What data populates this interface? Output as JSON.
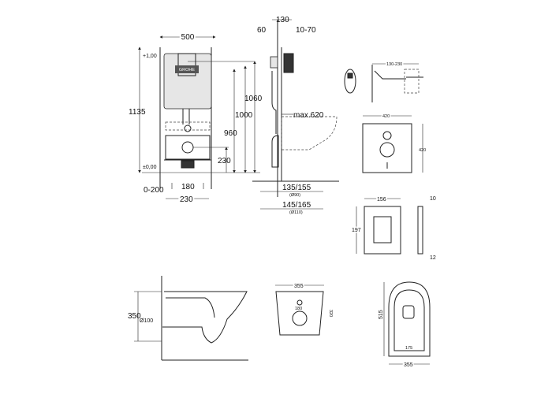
{
  "front_view": {
    "width": "500",
    "height_total": "1135",
    "level_top": "+1,00",
    "level_zero": "±0,00",
    "h1060": "1060",
    "h1000": "1000",
    "h960": "960",
    "h230": "230",
    "offset": "0-200",
    "w180": "180",
    "w230": "230",
    "logo": "GROHE"
  },
  "side_view": {
    "d130": "130",
    "d60": "60",
    "d10_70": "10-70",
    "max620": "max.620",
    "d135_155": "135/155",
    "dia90": "(Ø90)",
    "d145_165": "145/165",
    "dia110": "(Ø110)"
  },
  "bracket": {
    "range": "130-230"
  },
  "sound_pad": {
    "width": "420",
    "height": "420"
  },
  "flush_plate": {
    "width": "156",
    "height": "197",
    "depth_top": "10",
    "depth_bottom": "12"
  },
  "toilet_side": {
    "height": "350",
    "outlet": "Ø100"
  },
  "toilet_back": {
    "width": "355",
    "height": "320",
    "bolt_spacing": "180"
  },
  "toilet_top": {
    "length": "515",
    "width": "355",
    "seat_spacing": "175"
  }
}
